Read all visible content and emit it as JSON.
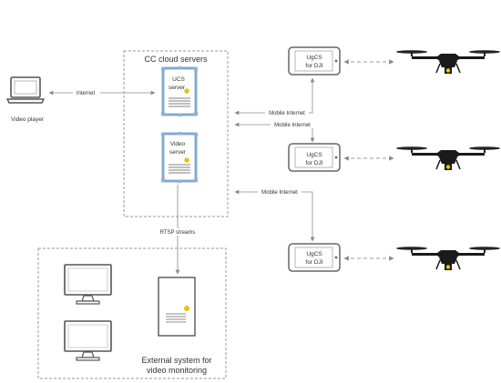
{
  "nodes": {
    "video_player": {
      "label": "Video player"
    },
    "cloud_group": {
      "label": "CC cloud servers"
    },
    "ucs_server": {
      "line1": "UCS",
      "line2": "server"
    },
    "video_server": {
      "line1": "Video",
      "line2": "server"
    },
    "phone_1": {
      "line1": "UgCS",
      "line2": "for DJI"
    },
    "phone_2": {
      "line1": "UgCS",
      "line2": "for DJI"
    },
    "phone_3": {
      "line1": "UgCS",
      "line2": "for DJI"
    },
    "external_group": {
      "line1": "External system for",
      "line2": "video monitoring"
    }
  },
  "edges": {
    "internet": {
      "label": "Internet"
    },
    "mobile_internet_1": {
      "label": "Mobile Internet"
    },
    "mobile_internet_2": {
      "label": "Mobile Internet"
    },
    "mobile_internet_3": {
      "label": "Mobile Internet"
    },
    "rtsp": {
      "label": "RTSP streams"
    }
  },
  "colors": {
    "server_frame": "#8fb2d6",
    "server_indicator": "#f2c200",
    "stroke": "#8a8a8a",
    "text": "#333333"
  }
}
